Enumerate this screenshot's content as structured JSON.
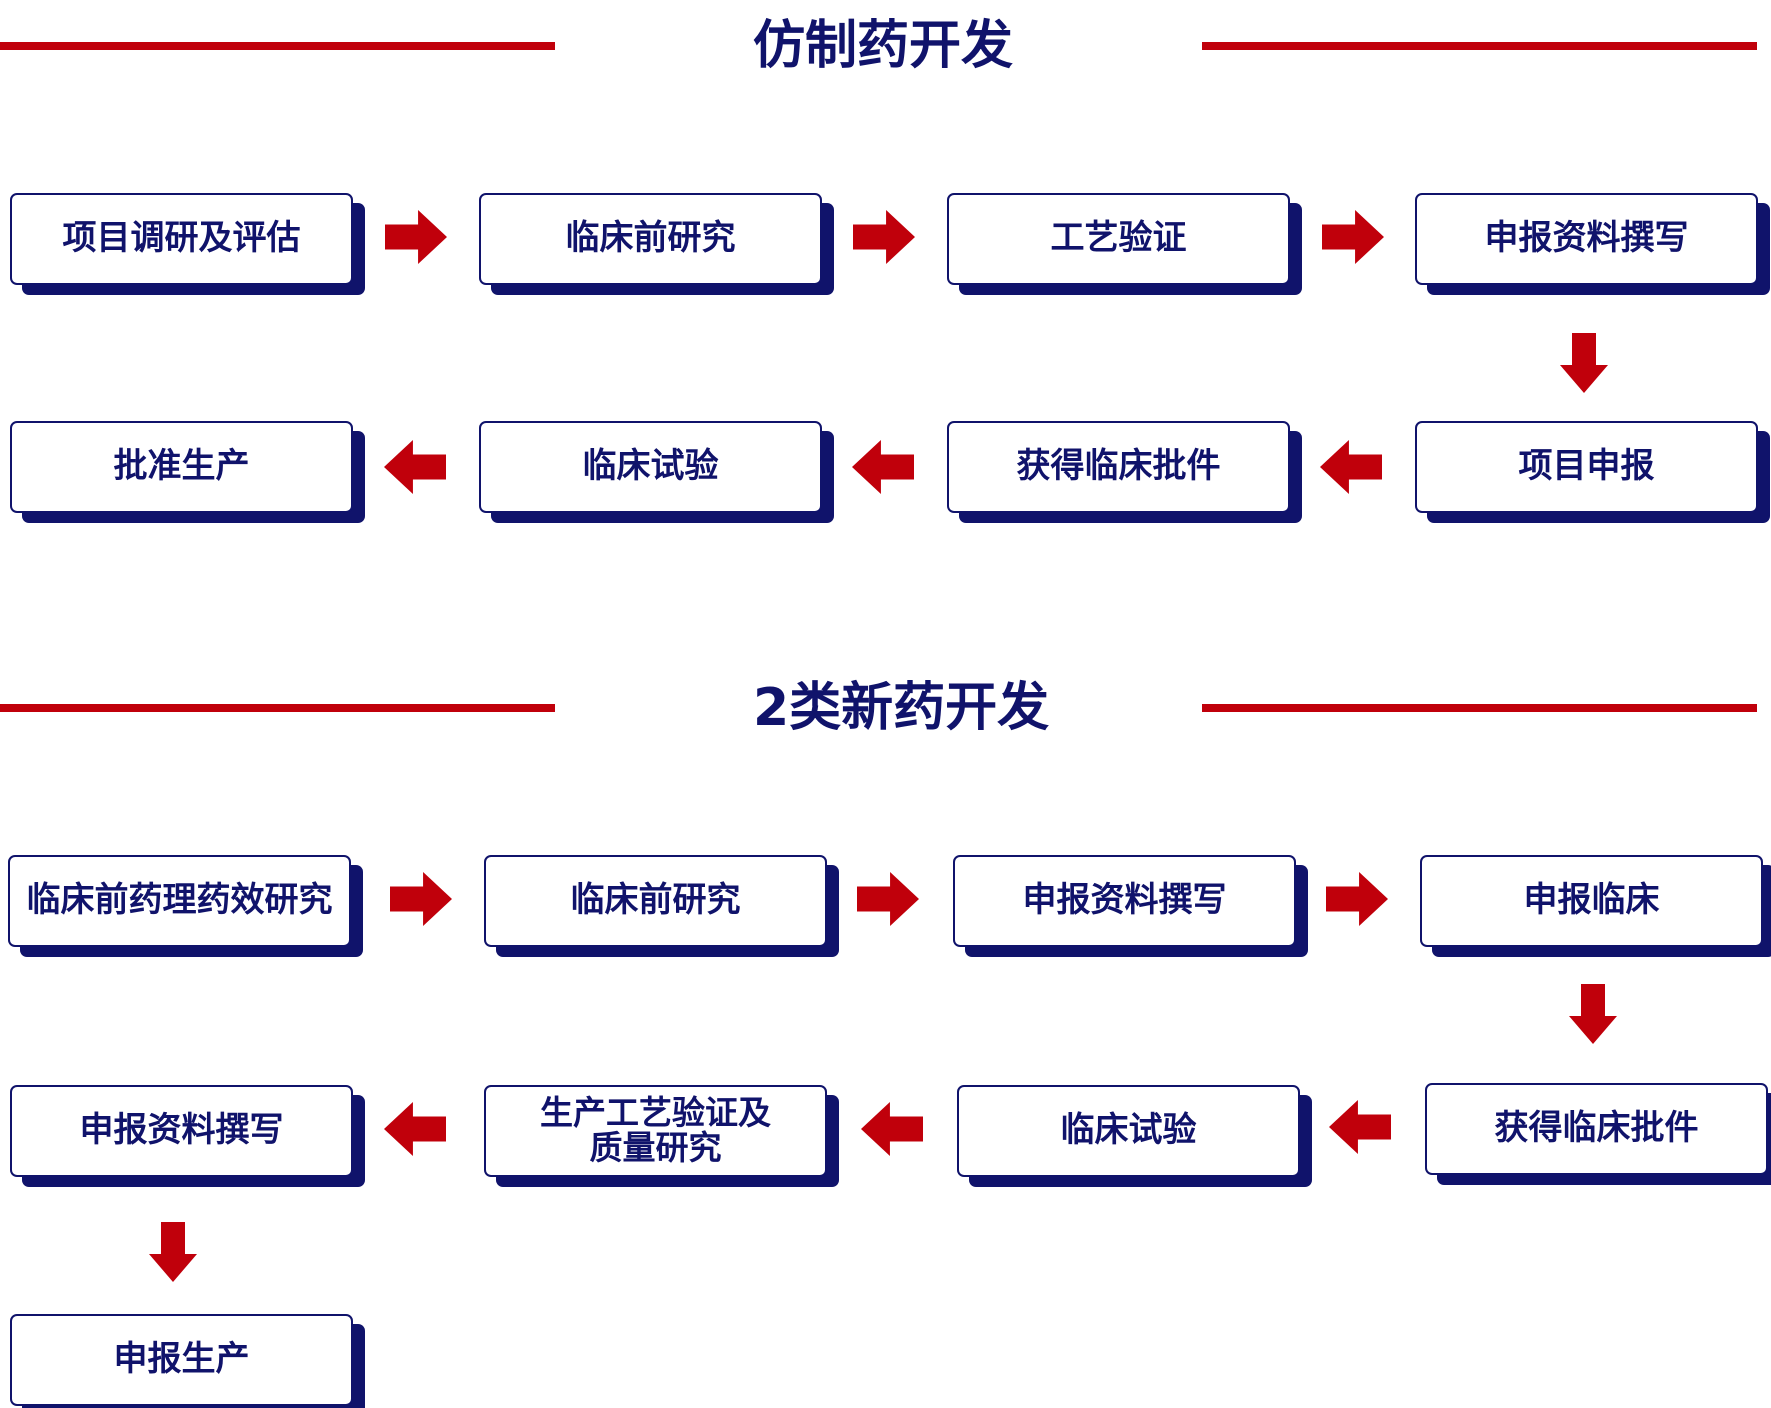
{
  "colors": {
    "accent_red": "#c0000b",
    "navy": "#10136b",
    "background": "#ffffff"
  },
  "sections": [
    {
      "title": "仿制药开发",
      "steps": [
        "项目调研及评估",
        "临床前研究",
        "工艺验证",
        "申报资料撰写",
        "项目申报",
        "获得临床批件",
        "临床试验",
        "批准生产"
      ]
    },
    {
      "title": "2类新药开发",
      "steps": [
        "临床前药理药效研究",
        "临床前研究",
        "申报资料撰写",
        "申报临床",
        "获得临床批件",
        "临床试验",
        "生产工艺验证及\n质量研究",
        "申报资料撰写",
        "申报生产"
      ]
    }
  ]
}
